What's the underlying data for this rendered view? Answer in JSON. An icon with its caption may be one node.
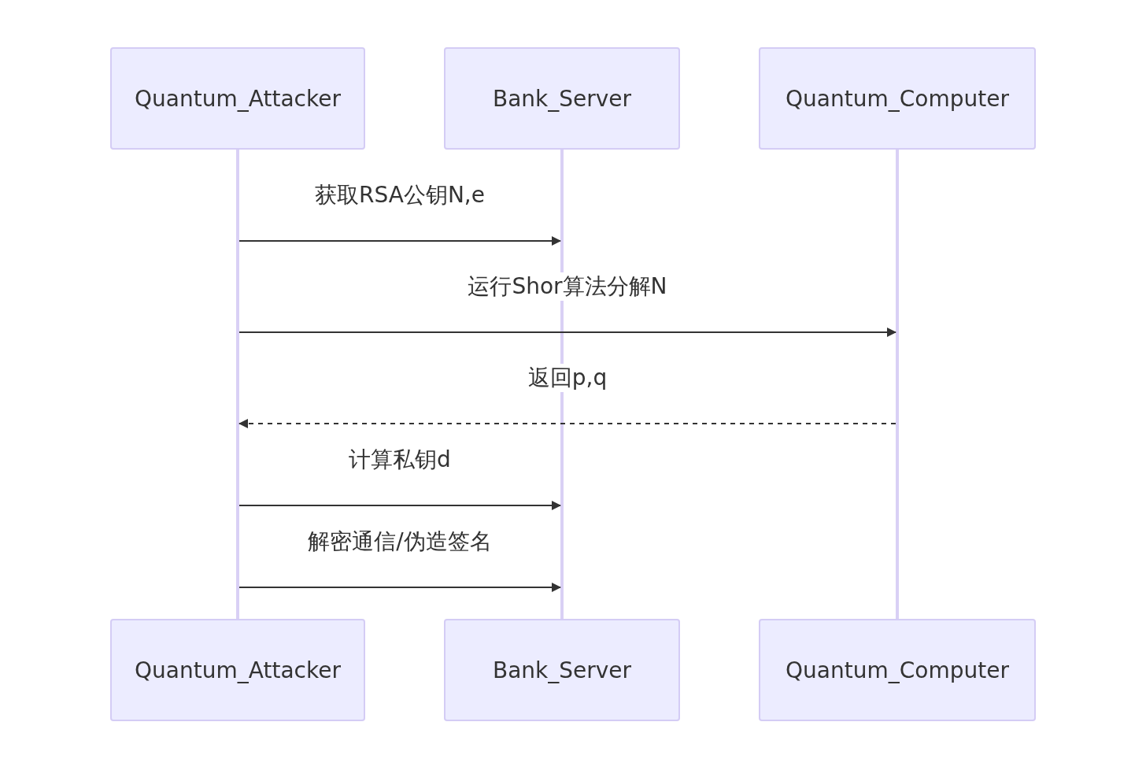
{
  "diagram": {
    "nodes": [
      {
        "text": [
          "Quantum_Attacker"
        ]
      },
      {
        "text": [
          "Bank_Server"
        ]
      },
      {
        "text": [
          "Quantum_Computer"
        ]
      },
      {
        "text": [],
        "shape": "bar"
      },
      {
        "text": [],
        "shape": "bar"
      },
      {
        "text": [],
        "shape": "bar"
      },
      {
        "text": [
          "Quantum_Attacker"
        ]
      },
      {
        "text": [
          "Bank_Server"
        ]
      },
      {
        "text": [
          "Quantum_Computer"
        ]
      }
    ],
    "edges": [
      {
        "from": 3,
        "to": 4,
        "arrow": "to",
        "label": "获取RSA公钥N,e"
      },
      {
        "from": 3,
        "to": 5,
        "arrow": "to",
        "label": "运行Shor算法分解N"
      },
      {
        "from": 5,
        "to": 3,
        "arrow": "to",
        "label": "返回p,q",
        "style": "dashed"
      },
      {
        "from": 3,
        "to": 4,
        "arrow": "to",
        "label": "计算私钥d"
      },
      {
        "from": 3,
        "to": 4,
        "arrow": "to",
        "label": "解密通信/伪造签名"
      }
    ]
  }
}
